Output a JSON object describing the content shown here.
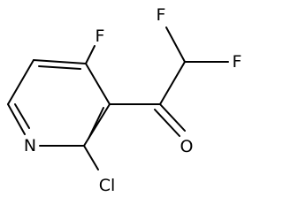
{
  "molecule": {
    "atoms": {
      "fluorine_ring": "F",
      "fluorine_a": "F",
      "fluorine_b": "F",
      "oxygen": "O",
      "nitrogen": "N",
      "chlorine": "Cl"
    },
    "colors": {
      "bond": "#000000",
      "label": "#000000",
      "background": "#ffffff"
    }
  }
}
